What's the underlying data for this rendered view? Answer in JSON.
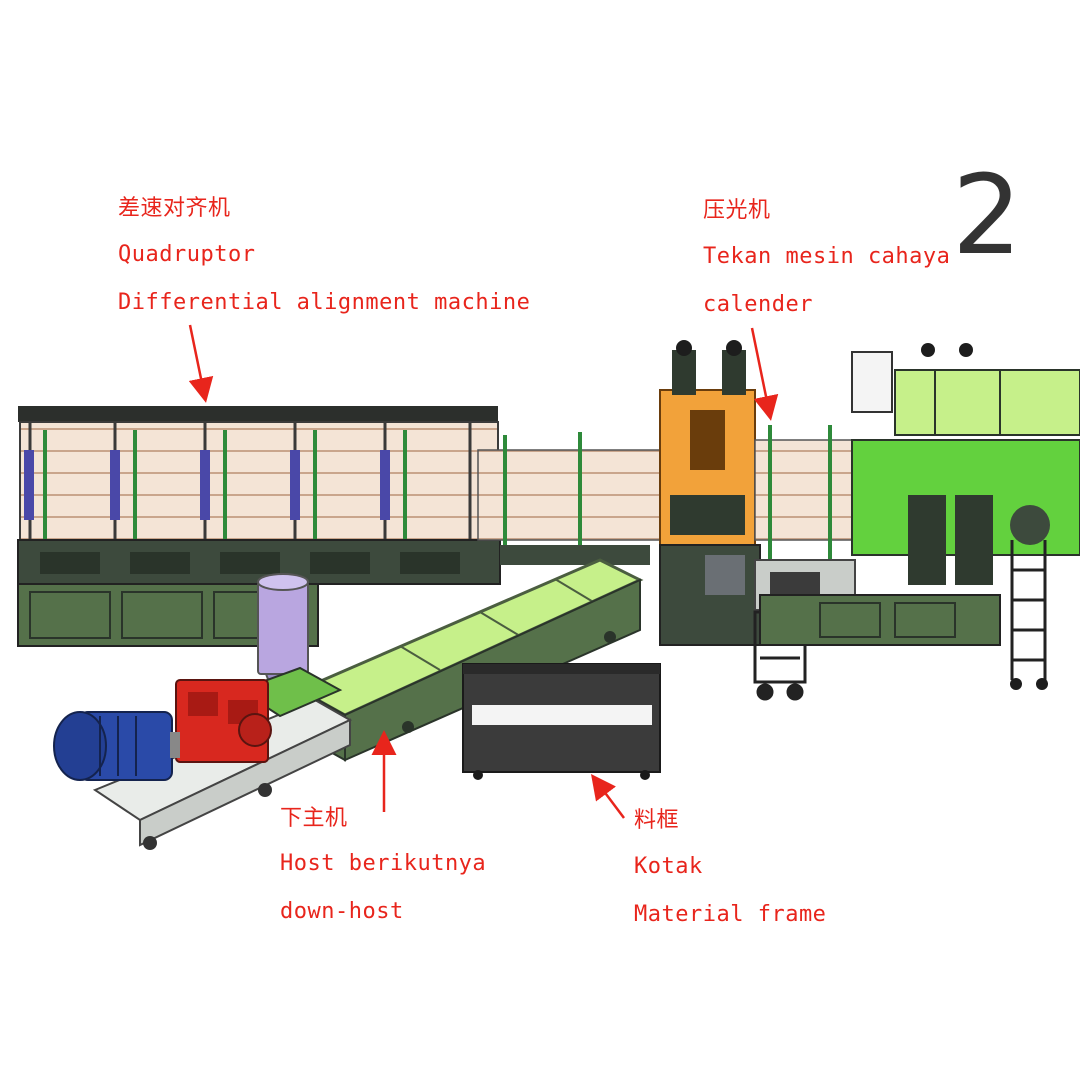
{
  "page_number": "2",
  "colors": {
    "label": "#e8251c",
    "frame_dark": "#2c3a2c",
    "cabinet": "#55714a",
    "conveyor": "#c6f08a",
    "calender": "#f2a23a",
    "motor": "#2a4aa8",
    "gearbox": "#d8281f",
    "hopper": "#b9a6e0",
    "green_unit": "#63d13e"
  },
  "labels": {
    "quadruptor": {
      "zh": "差速对齐机",
      "id": "Quadruptor",
      "en": "Differential alignment machine"
    },
    "calender": {
      "zh": "压光机",
      "id": "Tekan mesin cahaya",
      "en": "calender"
    },
    "down_host": {
      "zh": "下主机",
      "id": "Host berikutnya",
      "en": "down-host"
    },
    "material_frame": {
      "zh": "料框",
      "id": "Kotak",
      "en": "Material frame"
    }
  }
}
